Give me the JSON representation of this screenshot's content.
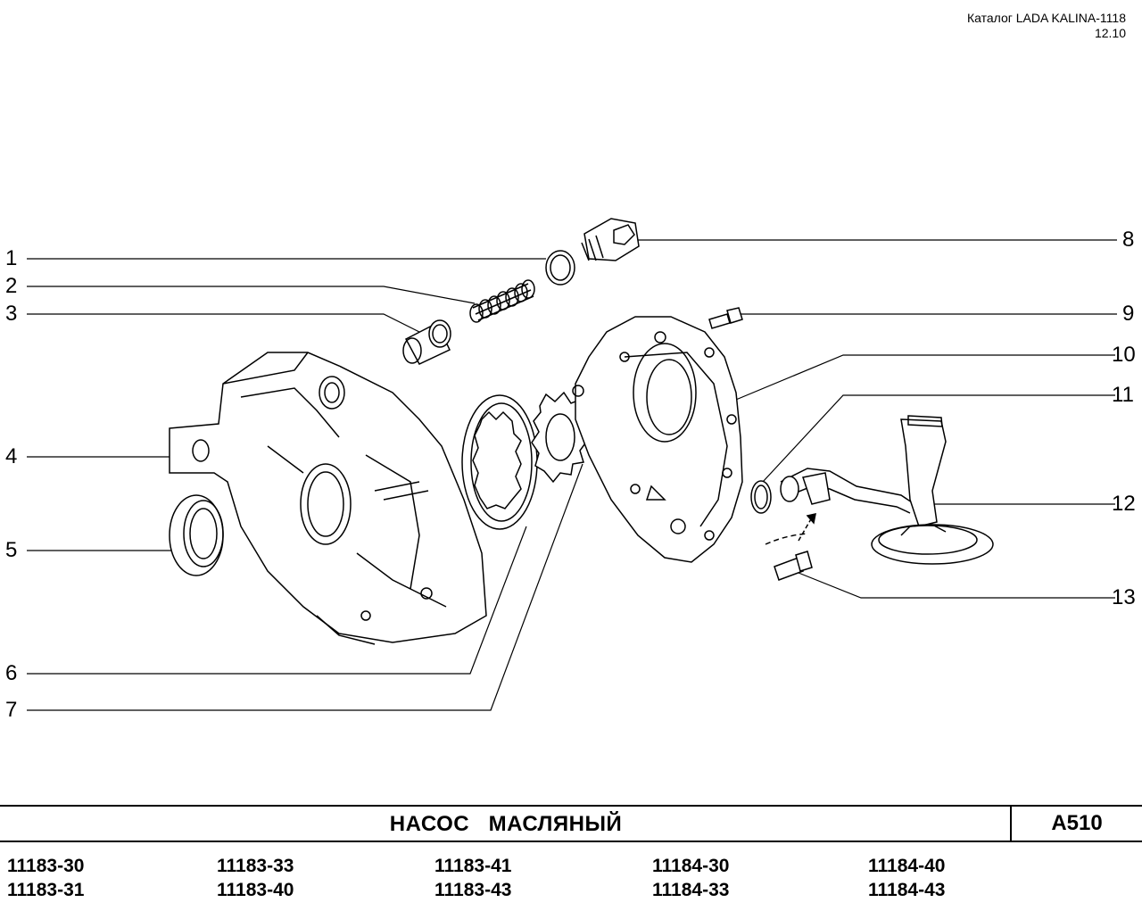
{
  "header": {
    "catalog": "Каталог LADA KALINA-1118",
    "date": "12.10"
  },
  "callouts": [
    "1",
    "2",
    "3",
    "4",
    "5",
    "6",
    "7",
    "8",
    "9",
    "10",
    "11",
    "12",
    "13"
  ],
  "title": {
    "name": "НАСОС   МАСЛЯНЫЙ",
    "code": "A510"
  },
  "models": [
    [
      "11183-30",
      "11183-31"
    ],
    [
      "11183-33",
      "11183-40"
    ],
    [
      "11183-41",
      "11183-43"
    ],
    [
      "11184-30",
      "11184-33"
    ],
    [
      "11184-40",
      "11184-43"
    ]
  ]
}
